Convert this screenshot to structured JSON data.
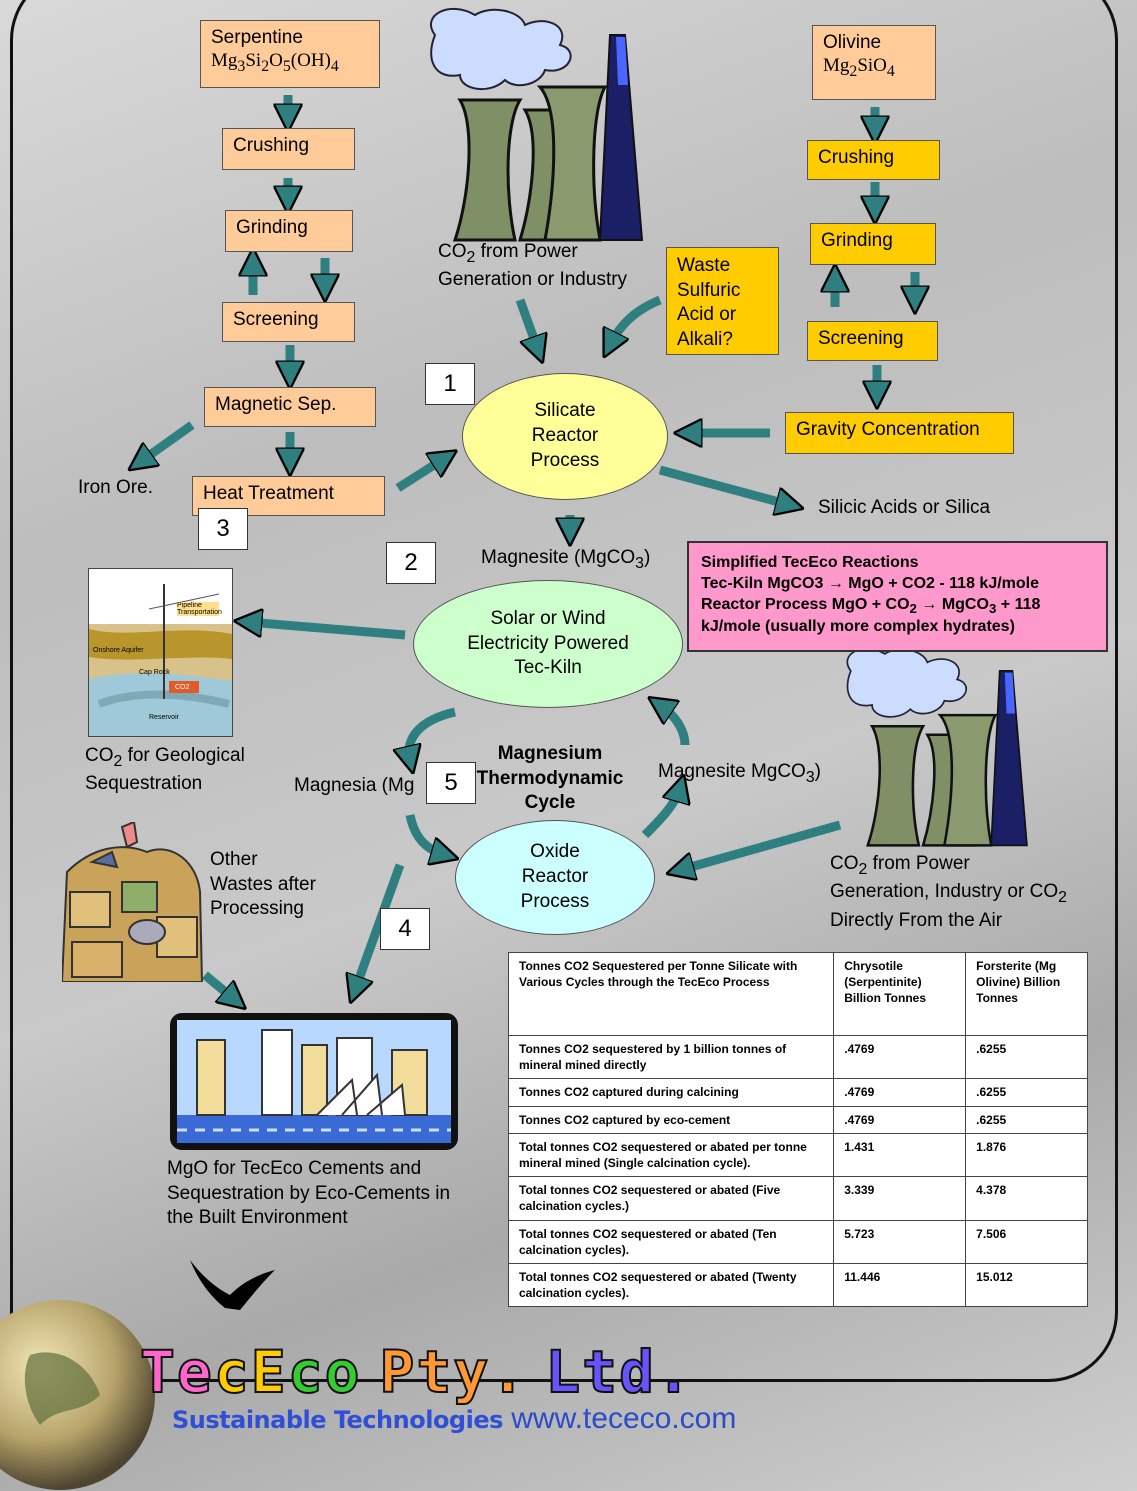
{
  "boxes": {
    "serpentine_name": "Serpentine",
    "serpentine_formula_html": "Mg<sub>3</sub>Si<sub>2</sub>O<sub>5</sub>(OH)<sub>4</sub>",
    "crushing_left": "Crushing",
    "grinding_left": "Grinding",
    "screening_left": "Screening",
    "magnetic_sep": "Magnetic Sep.",
    "heat_treatment": "Heat Treatment",
    "olivine_name": "Olivine",
    "olivine_formula_html": "Mg<sub>2</sub>SiO<sub>4</sub>",
    "crushing_right": "Crushing",
    "grinding_right": "Grinding",
    "screening_right": "Screening",
    "gravity": "Gravity Concentration",
    "waste_acid": "Waste Sulfuric Acid or Alkali?"
  },
  "labels": {
    "co2_power_top_html": "CO<sub>2</sub> from Power<br>Generation or Industry",
    "iron_ore": "Iron Ore.",
    "silicic": "Silicic Acids or Silica",
    "magnesite_top_html": "Magnesite (MgCO<sub>3</sub>)",
    "co2_geo_html": "CO<sub>2</sub> for Geological<br>Sequestration",
    "magnesia": "Magnesia (Mg",
    "cycle_title": "Magnesium Thermodynamic Cycle",
    "magnesite_cycle_html": "Magnesite MgCO<sub>3</sub>)",
    "co2_power_right_html": "CO<sub>2</sub> from Power<br>Generation, Industry or CO<sub>2</sub><br>Directly From the Air",
    "other_wastes": "Other Wastes after Processing",
    "mgo_cements": "MgO for TecEco Cements and Sequestration by Eco-Cements in the Built Environment"
  },
  "ellipses": {
    "silicate": "Silicate Reactor Process",
    "tec_kiln": "Solar or Wind Electricity Powered Tec-Kiln",
    "oxide": "Oxide Reactor Process"
  },
  "numbers": [
    "1",
    "2",
    "3",
    "4",
    "5"
  ],
  "reactions": {
    "title": "Simplified TecEco Reactions",
    "line1": "Tec-Kiln MgCO3 → MgO + CO2 - 118 kJ/mole",
    "line2_html": "Reactor Process MgO + CO<sub>2</sub> → MgCO<sub>3</sub> + 118 kJ/mole (usually more complex hydrates)"
  },
  "table": {
    "headers": [
      "Tonnes CO2 Sequestered per Tonne Silicate with Various Cycles through the TecEco Process",
      "Chrysotile (Serpentinite) Billion Tonnes",
      "Forsterite (Mg Olivine) Billion Tonnes"
    ],
    "rows": [
      [
        "Tonnes CO2 sequestered by 1 billion tonnes of mineral mined directly",
        ".4769",
        ".6255"
      ],
      [
        "Tonnes CO2 captured during calcining",
        ".4769",
        ".6255"
      ],
      [
        "Tonnes CO2 captured by eco-cement",
        ".4769",
        ".6255"
      ],
      [
        "Total tonnes CO2 sequestered or abated per tonne mineral mined (Single calcination cycle).",
        "1.431",
        "1.876"
      ],
      [
        "Total tonnes CO2 sequestered or abated (Five calcination cycles.)",
        "3.339",
        "4.378"
      ],
      [
        "Total tonnes CO2 sequestered or abated (Ten calcination cycles).",
        "5.723",
        "7.506"
      ],
      [
        "Total tonnes CO2 sequestered or abated (Twenty calcination cycles).",
        "11.446",
        "15.012"
      ]
    ]
  },
  "footer": {
    "brand_letters": [
      "T",
      "e",
      "c",
      "E",
      "c",
      "o",
      " ",
      "P",
      "t",
      "y",
      ".",
      " ",
      "L",
      "t",
      "d",
      "."
    ],
    "brand_colors": [
      "#ff66cc",
      "#ff66cc",
      "#ffcc00",
      "#ffcc00",
      "#33cc33",
      "#33cc33",
      "#ffffff",
      "#ff9933",
      "#ff9933",
      "#ff9933",
      "#ff9933",
      "#ffffff",
      "#6655ff",
      "#6655ff",
      "#6655ff",
      "#6655ff"
    ],
    "tagline": "Sustainable Technologies",
    "url": "www.tececo.com"
  },
  "geo_inset": {
    "pipeline": "Pipeline Transportation",
    "aquifer": "Onshore Aquifer",
    "cap_rock": "Cap Rock",
    "co2": "CO2",
    "reservoir": "Reservoir"
  },
  "colors": {
    "arrow": "#2f7f80",
    "orange_box": "#ffcc99",
    "yellow_box": "#ffcc00",
    "pink_box": "#ff99cc",
    "silicate_fill": "#ffff99",
    "kiln_fill": "#ccffcc",
    "oxide_fill": "#ccffff"
  }
}
